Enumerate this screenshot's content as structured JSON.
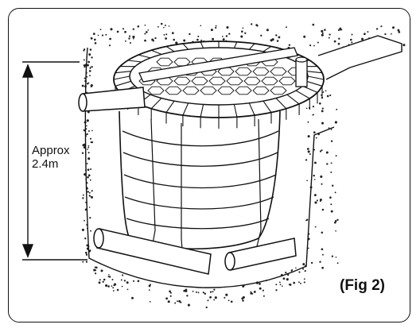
{
  "figure": {
    "dimension_line1": "Approx",
    "dimension_line2": "2.4m",
    "caption": "(Fig 2)"
  },
  "colors": {
    "ink": "#111111",
    "background": "#ffffff",
    "soil_dots": "#222222"
  }
}
